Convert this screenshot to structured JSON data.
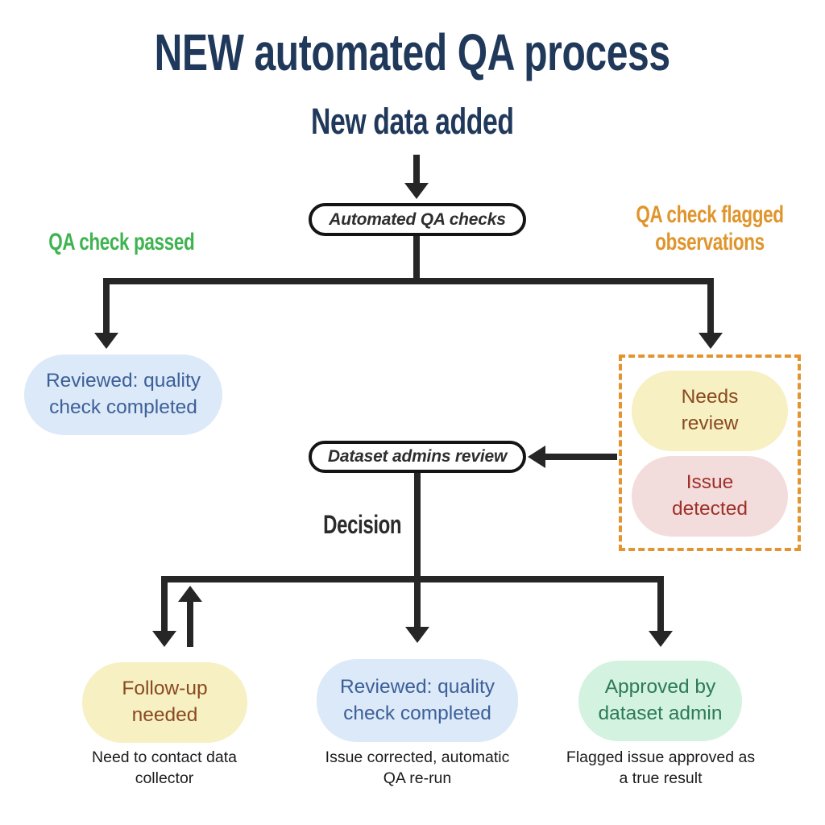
{
  "header": {
    "title": "NEW automated QA process",
    "start_node": "New data added"
  },
  "flow": {
    "automated_checks_label": "Automated QA checks",
    "passed_branch_label": "QA check passed",
    "flagged_branch_label": "QA check flagged observations",
    "reviewed_pass_label": "Reviewed: quality check completed",
    "flagged_group": {
      "needs_review_label": "Needs review",
      "issue_detected_label": "Issue detected"
    },
    "admins_review_label": "Dataset admins review",
    "decision_label": "Decision",
    "outcomes": {
      "followup": {
        "label": "Follow-up needed",
        "caption": "Need to contact data collector"
      },
      "corrected": {
        "label": "Reviewed: quality check completed",
        "caption": "Issue corrected, automatic QA re-run"
      },
      "approved": {
        "label": "Approved by dataset admin",
        "caption": "Flagged issue approved as a true result"
      }
    }
  },
  "colors": {
    "title_navy": "#20395b",
    "passed_green": "#3eb450",
    "flagged_orange": "#e0952c",
    "connector_black": "#262626",
    "outline_pill_border": "#141414",
    "blue_pill_bg": "#dbe9f8",
    "blue_pill_text": "#3d6098",
    "yellow_pill_bg": "#f6f0c3",
    "yellow_pill_text": "#8a4a20",
    "pink_pill_bg": "#f3dcdc",
    "pink_pill_text": "#9e3028",
    "green_pill_bg": "#d3f2df",
    "green_pill_text": "#2c7a58",
    "dashed_border_orange": "#e19430"
  }
}
